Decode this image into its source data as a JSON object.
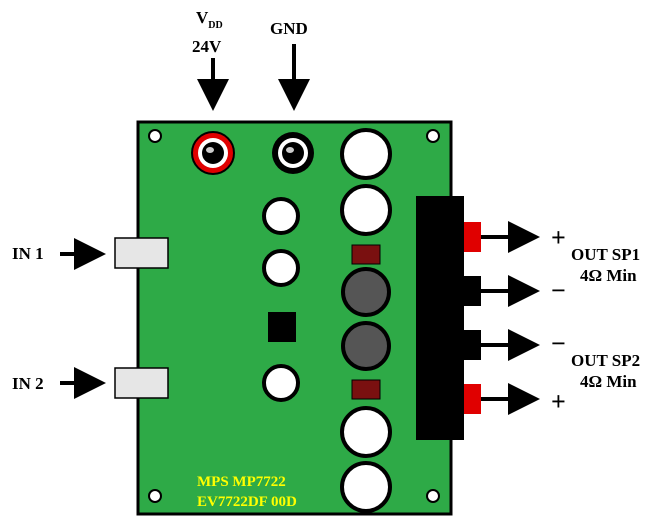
{
  "labels": {
    "vdd_main": "V",
    "vdd_sub": "DD",
    "vdd_voltage": "24V",
    "gnd": "GND",
    "in1": "IN 1",
    "in2": "IN 2",
    "out_sp1": "OUT SP1",
    "out_sp1_min": "4Ω Min",
    "out_sp2": "OUT SP2",
    "out_sp2_min": "4Ω Min",
    "plus_top": "+",
    "minus_top": "−",
    "minus_bottom": "−",
    "plus_bottom": "+"
  },
  "board": {
    "line1": "MPS MP7722",
    "line2": "EV7722DF 00D"
  },
  "colors": {
    "board": "#2eaa47",
    "red_terminal": "#e00000",
    "yellow_text": "#ffff00",
    "dark_cap": "#555555",
    "resistor": "#7a1010"
  }
}
